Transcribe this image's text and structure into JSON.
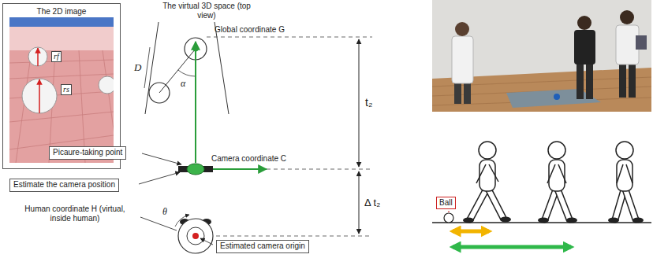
{
  "diagram": {
    "nodes": [
      {
        "text": [
          "The 2D image"
        ]
      },
      {
        "text": [
          "rf"
        ],
        "in": 0
      },
      {
        "text": [
          "rs"
        ],
        "in": 0
      },
      {
        "text": [
          "Picaure-taking point"
        ]
      },
      {
        "text": [
          "Estimate the camera position"
        ]
      },
      {
        "text": [
          "Estimated camera origin"
        ]
      },
      {
        "text": [
          "Ball"
        ]
      }
    ],
    "labels": [
      "The virtual 3D space (top view)",
      "Global coordinate G",
      "D",
      "α",
      "t₂",
      "Camera coordinate C",
      "Δ t₂",
      "Human coordinate H (virtual, inside human)",
      "θ"
    ]
  }
}
